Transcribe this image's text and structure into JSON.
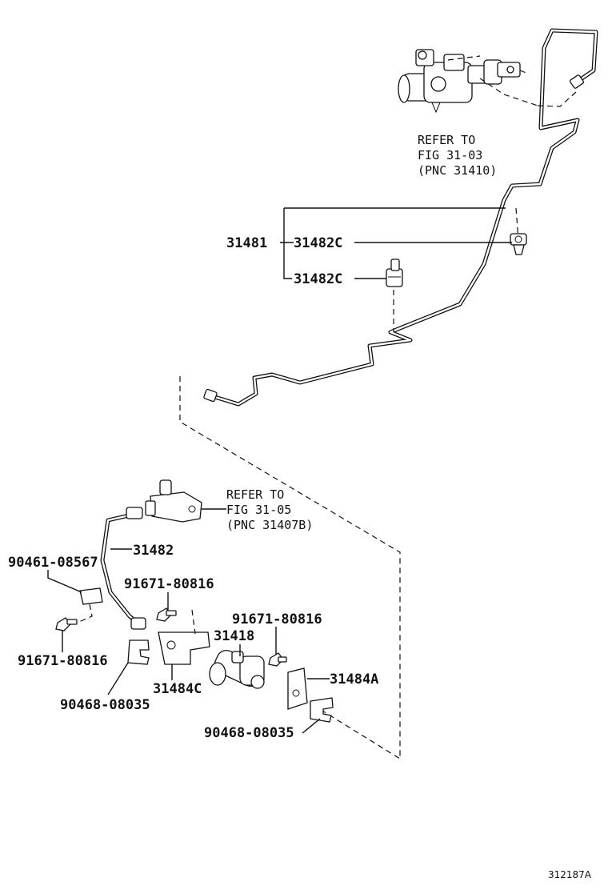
{
  "labels": {
    "refer_top_1": "REFER TO",
    "refer_top_2": "FIG 31-03",
    "refer_top_3": "(PNC 31410)",
    "p31481": "31481",
    "p31482c_a": "31482C",
    "p31482c_b": "31482C",
    "refer_mid_1": "REFER TO",
    "refer_mid_2": "FIG 31-05",
    "refer_mid_3": "(PNC 31407B)",
    "p90461": "90461-08567",
    "p31482": "31482",
    "p91671_a": "91671-80816",
    "p91671_b": "91671-80816",
    "p31418": "31418",
    "p91671_c": "91671-80816",
    "p31484a": "31484A",
    "p31484c": "31484C",
    "p90468_a": "90468-08035",
    "p90468_b": "90468-08035",
    "figure_code": "312187A"
  }
}
